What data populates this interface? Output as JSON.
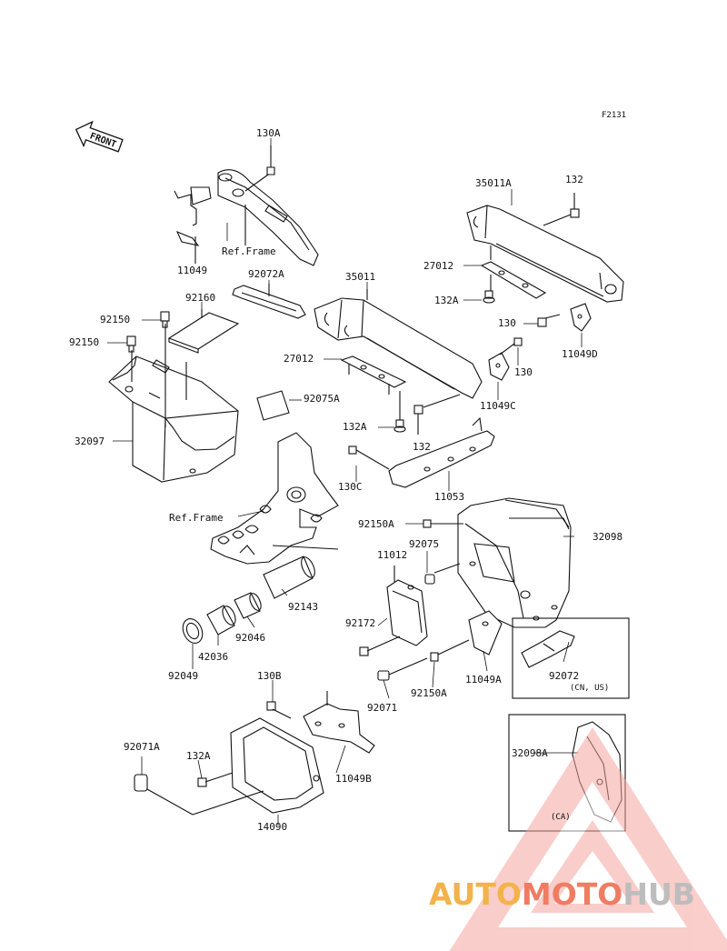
{
  "figure_id": "F2131",
  "front_label": "FRONT",
  "parts": {
    "p130A": "130A",
    "p11049": "11049",
    "ref_frame_top": "Ref.Frame",
    "p92072A": "92072A",
    "p92160": "92160",
    "p92150_a": "92150",
    "p92150_b": "92150",
    "p32097": "32097",
    "p35011": "35011",
    "p27012_mid": "27012",
    "p132A_mid": "132A",
    "p132_mid": "132",
    "p92075A": "92075A",
    "p130C": "130C",
    "p11053": "11053",
    "p35011A": "35011A",
    "p132_right": "132",
    "p27012_right": "27012",
    "p132A_right": "132A",
    "p130": "130",
    "p130_low": "130",
    "p11049D": "11049D",
    "p11049C": "11049C",
    "ref_frame_mid": "Ref.Frame",
    "p92150A_top": "92150A",
    "p92075": "92075",
    "p11012": "11012",
    "p32098": "32098",
    "p92143": "92143",
    "p92046": "92046",
    "p42036": "42036",
    "p92049": "92049",
    "p92172": "92172",
    "p92071": "92071",
    "p92150A_low": "92150A",
    "p11049A": "11049A",
    "p92072": "92072",
    "p92072_note": "(CN, US)",
    "p130B": "130B",
    "p92071A": "92071A",
    "p132A_low": "132A",
    "p11049B": "11049B",
    "p14090": "14090",
    "p32098A": "32098A",
    "p32098A_note": "(CA)"
  },
  "watermark": {
    "part1": "AUTO",
    "part2": "MOTO",
    "part3": "HUB",
    "color1": "#f4b24a",
    "color2": "#ef7d63",
    "color3": "#bdbdbd"
  }
}
